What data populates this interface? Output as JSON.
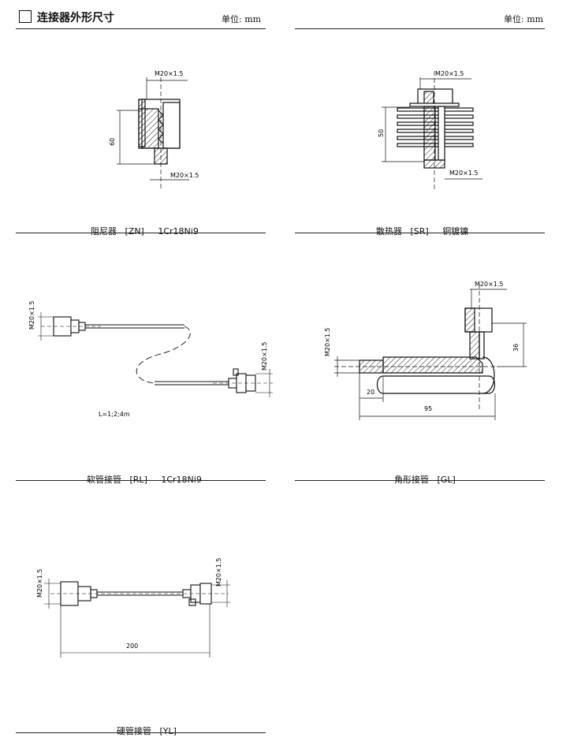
{
  "header": {
    "title": "连接器外形尺寸",
    "unit_left": "单位: mm",
    "unit_right": "单位: mm"
  },
  "zn": {
    "top_thread": "M20×1.5",
    "bottom_thread": "M20×1.5",
    "height": "60",
    "name": "阻尼器",
    "code": "[ZN]",
    "material": "1Cr18Ni9"
  },
  "sr": {
    "top_thread": "M20×1.5",
    "bottom_thread": "M20×1.5",
    "height": "50",
    "name": "散热器",
    "code": "[SR]",
    "material": "铜镀镍"
  },
  "rl": {
    "left_thread": "M20×1.5",
    "right_thread": "M20×1.5",
    "length": "L=1;2;4m",
    "name": "软管接管",
    "code": "[RL]",
    "material": "1Cr18Ni9"
  },
  "gl": {
    "top_thread": "M20×1.5",
    "left_thread": "M20×1.5",
    "height": "36",
    "offset": "20",
    "length": "95",
    "name": "角形接管",
    "code": "[GL]"
  },
  "yl": {
    "left_thread": "M20×1.5",
    "right_thread": "M20×1.5",
    "length": "200",
    "name": "硬管接管",
    "code": "[YL]"
  }
}
